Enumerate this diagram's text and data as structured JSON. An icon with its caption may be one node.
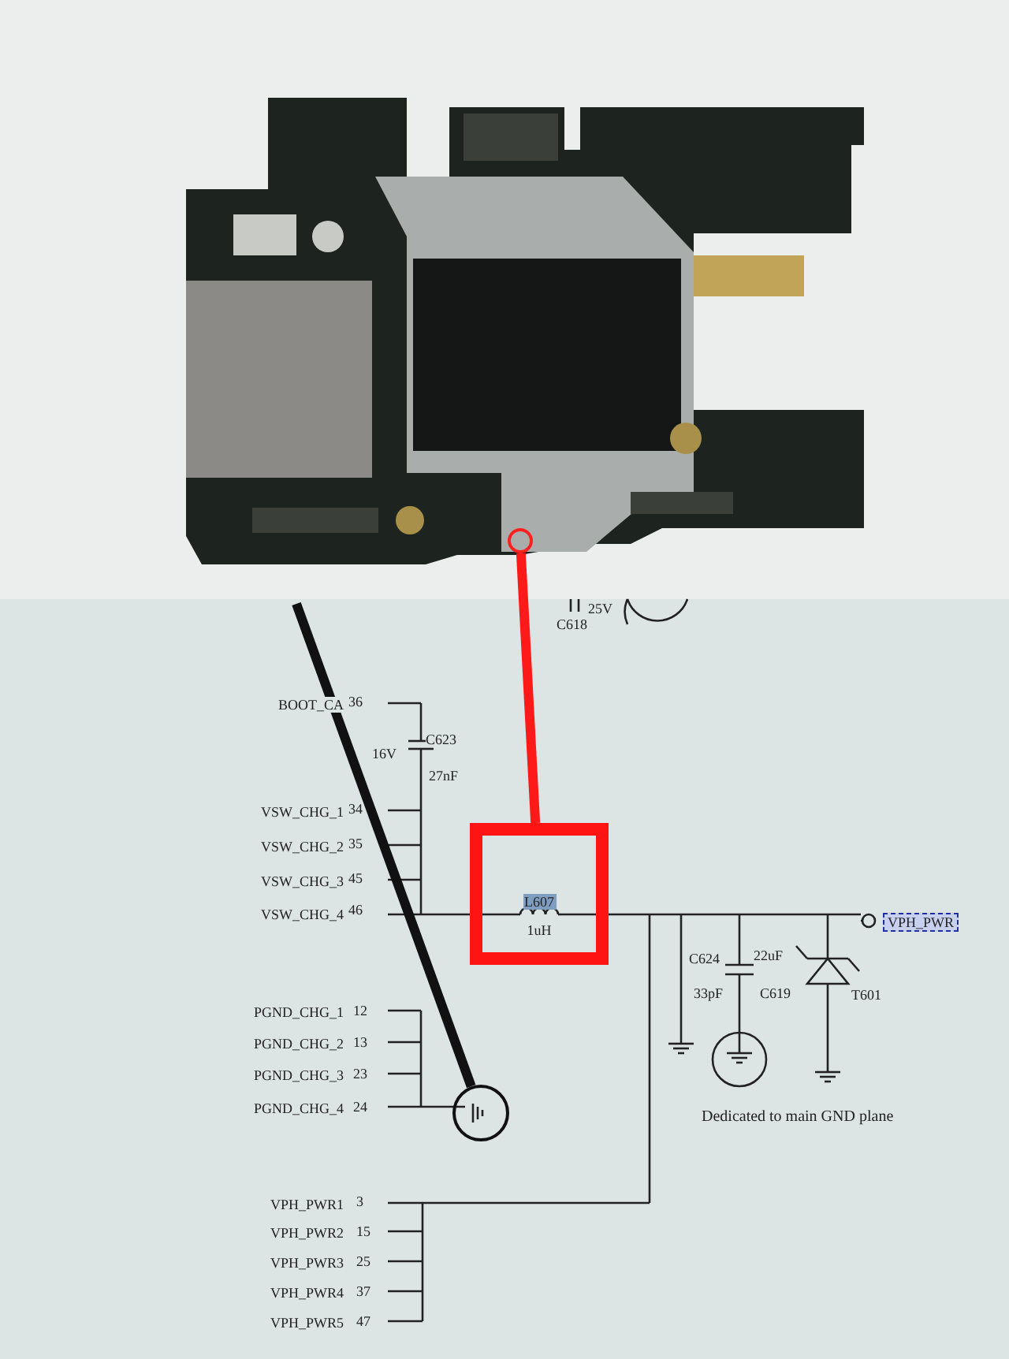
{
  "diagram": {
    "nodes": [
      {
        "text": [],
        "shape": "circle"
      },
      {
        "text": [
          "L607",
          "1uH"
        ]
      },
      {
        "text": [],
        "shape": "circle"
      }
    ],
    "edges": [
      {
        "from": 0,
        "to": 1,
        "arrow": "none",
        "color": "#ff1a1a"
      },
      {
        "from": null,
        "to": 2,
        "arrow": "none",
        "color": "#111111"
      }
    ],
    "labels": [
      "25V",
      "C618",
      "BOOT_CA",
      "36",
      "C623",
      "16V",
      "27nF",
      "VSW_CHG_1",
      "34",
      "VSW_CHG_2",
      "35",
      "VSW_CHG_3",
      "45",
      "VSW_CHG_4",
      "46",
      "VPH_PWR",
      "C624",
      "22uF",
      "33pF",
      "C619",
      "T601",
      "PGND_CHG_1",
      "12",
      "PGND_CHG_2",
      "13",
      "PGND_CHG_3",
      "23",
      "PGND_CHG_4",
      "24",
      "Dedicated to main GND plane",
      "VPH_PWR1",
      "3",
      "VPH_PWR2",
      "15",
      "VPH_PWR3",
      "25",
      "VPH_PWR4",
      "37",
      "VPH_PWR5",
      "47"
    ]
  }
}
